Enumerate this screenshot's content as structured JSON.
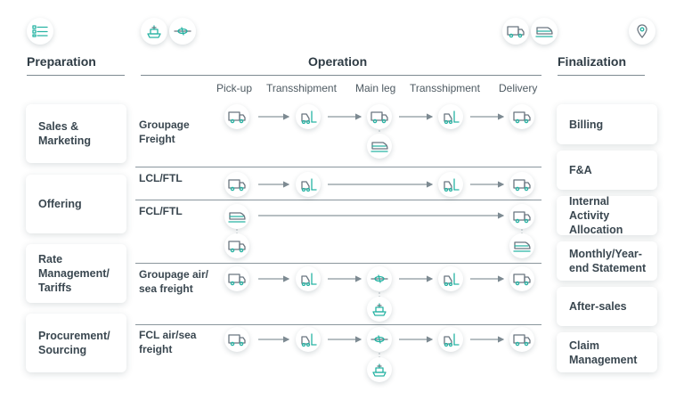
{
  "sections": {
    "preparation": "Preparation",
    "operation": "Operation",
    "finalization": "Finalization"
  },
  "stages": [
    "Pick-up",
    "Transshipment",
    "Main leg",
    "Transshipment",
    "Delivery"
  ],
  "preparation_items": [
    "Sales &\nMarketing",
    "Offering",
    "Rate\nManagement/\nTariffs",
    "Procurement/\nSourcing"
  ],
  "flows": [
    "Groupage\nFreight",
    "LCL/FTL",
    "FCL/FTL",
    "Groupage air/\nsea freight",
    "FCL air/sea\nfreight"
  ],
  "finalization_items": [
    "Billing",
    "F&A",
    "Internal Activity\nAllocation",
    "Monthly/Year-\nend Statement",
    "After-sales",
    "Claim\nManagement"
  ],
  "icons": {
    "header_left": "list-icon",
    "header_operation": [
      "ship-icon",
      "plane-icon"
    ],
    "header_right": [
      "truck-icon",
      "train-icon"
    ],
    "header_finalization": "location-pin-icon"
  },
  "colors": {
    "accent": "#27b3a3",
    "text": "#3a4750",
    "rule": "#7d8a92"
  }
}
